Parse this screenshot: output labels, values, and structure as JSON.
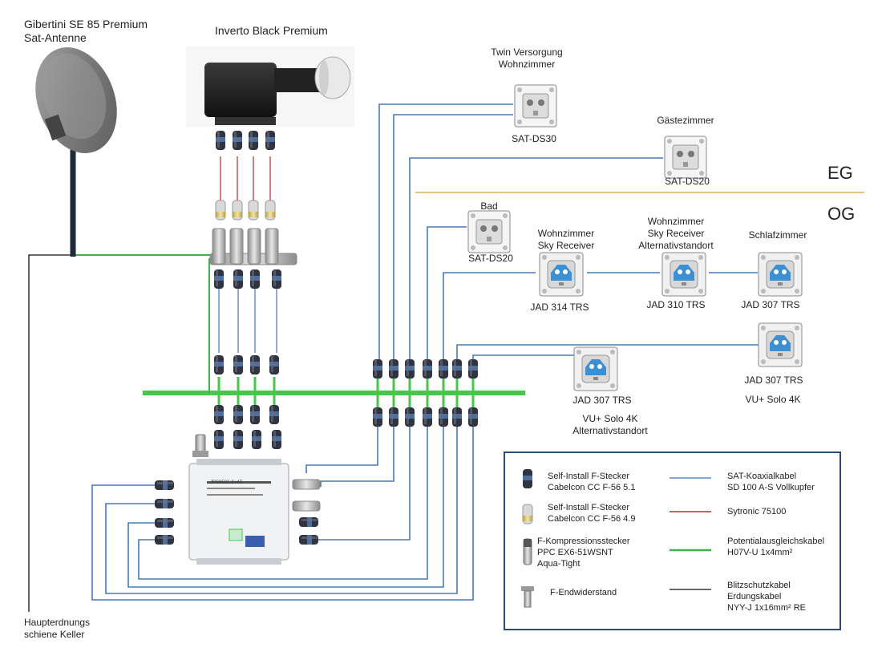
{
  "antenna": {
    "line1": "Gibertini SE 85 Premium",
    "line2": "Sat-Antenne"
  },
  "lnb": {
    "label": "Inverto Black Premium"
  },
  "ground": {
    "line1": "Haupterdnungs",
    "line2": "schiene Keller"
  },
  "floors": {
    "upper_floor": "EG",
    "lower_floor": "OG"
  },
  "outlets": [
    {
      "title_lines": [
        "Twin Versorgung",
        "Wohnzimmer"
      ],
      "model": "SAT-DS30",
      "kind": "sat"
    },
    {
      "title_lines": [
        "Gästezimmer"
      ],
      "model": "SAT-DS20",
      "kind": "sat"
    },
    {
      "title_lines": [
        "Bad"
      ],
      "model": "SAT-DS20",
      "kind": "sat"
    },
    {
      "title_lines": [
        "Wohnzimmer",
        "Sky Receiver"
      ],
      "model": "JAD 314 TRS",
      "kind": "jad"
    },
    {
      "title_lines": [
        "Wohnzimmer",
        "Sky Receiver",
        "Alternativstandort"
      ],
      "model": "JAD 310 TRS",
      "kind": "jad"
    },
    {
      "title_lines": [
        "Schlafzimmer"
      ],
      "model": "JAD 307 TRS",
      "kind": "jad"
    },
    {
      "title_lines": [],
      "model": "JAD 307 TRS",
      "kind": "jad",
      "sub_lines": [
        "VU+ Solo 4K",
        "Alternativstandort"
      ]
    },
    {
      "title_lines": [],
      "model": "JAD 307 TRS",
      "kind": "jad",
      "sub_lines": [
        "VU+ Solo 4K"
      ]
    }
  ],
  "multiswitch": {
    "model": "JPS0502-8+4T"
  },
  "legend": {
    "items": [
      {
        "icon": "f-connector-dark",
        "lines": [
          "Self-Install F-Stecker",
          "Cabelcon CC F-56 5.1"
        ]
      },
      {
        "icon": "f-connector-light",
        "lines": [
          "Self-Install F-Stecker",
          "Cabelcon CC F-56 4.9"
        ]
      },
      {
        "icon": "compression-connector",
        "lines": [
          "F-Kompressionsstecker",
          "PPC EX6-51WSNT",
          "Aqua-Tight"
        ]
      },
      {
        "icon": "terminator",
        "lines": [
          "F-Endwiderstand"
        ]
      }
    ],
    "lines": [
      {
        "color": "#5b8bc9",
        "lines": [
          "SAT-Koaxialkabel",
          "SD 100 A-S Vollkupfer"
        ]
      },
      {
        "color": "#b52d2d",
        "lines": [
          "Sytronic 75100"
        ]
      },
      {
        "color": "#3bb54a",
        "lines": [
          "Potentialausgleichskabel",
          "H07V-U 1x4mm²"
        ]
      },
      {
        "color": "#111111",
        "lines": [
          "Blitzschutzkabel",
          "Erdungskabel",
          "NYY-J 1x16mm² RE"
        ]
      }
    ]
  },
  "colors": {
    "coax": "#4a78b8",
    "sytronic": "#b52d2d",
    "ground_bar": "#46c74b",
    "divider": "#e0b44c",
    "legend_border": "#2b4a7c"
  }
}
